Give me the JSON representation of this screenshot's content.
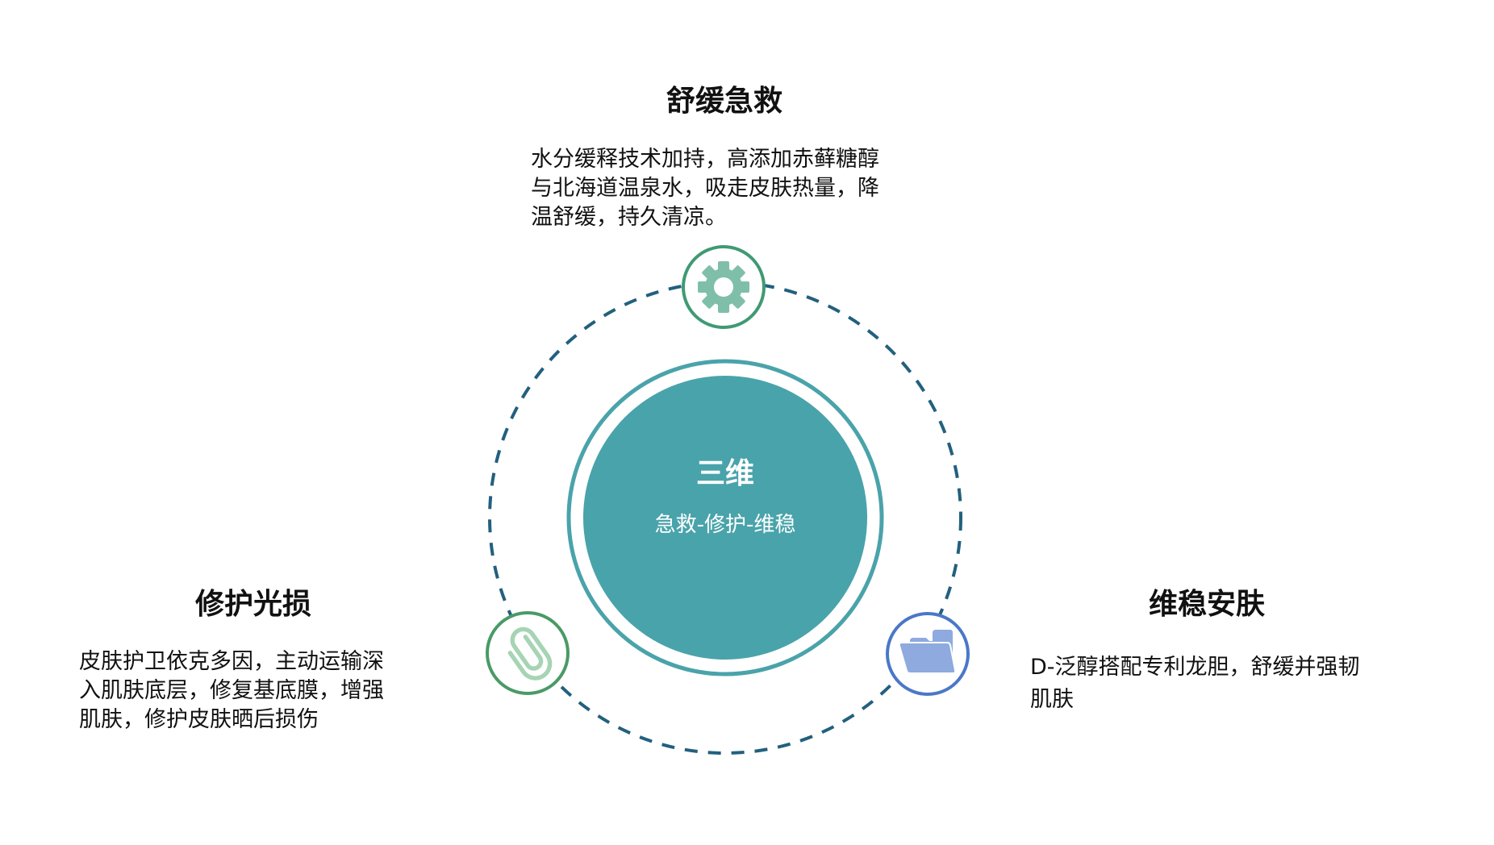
{
  "center": {
    "title": "三维",
    "subtitle": "急救-修护-维稳",
    "fill_color": "#49a3aa",
    "ring_color": "#4aa3aa"
  },
  "orbit": {
    "style": "dashed",
    "color": "#22607e"
  },
  "nodes": [
    {
      "id": "soothe",
      "title": "舒缓急救",
      "icon": "gear-icon",
      "ring_color": "#3f9a74",
      "icon_color": "#7fbfaa",
      "lines": [
        "水分缓释技术加持，高添加赤藓糖醇",
        "与北海道温泉水，吸走皮肤热量，降",
        "温舒缓，持久清凉。"
      ]
    },
    {
      "id": "repair",
      "title": "修护光损",
      "icon": "paperclip-icon",
      "ring_color": "#4a9a66",
      "icon_color": "#a6d4b4",
      "lines": [
        "皮肤护卫依克多因，主动运输深",
        "入肌肤底层，修复基底膜，增强",
        "肌肤，修护皮肤晒后损伤"
      ]
    },
    {
      "id": "stabilize",
      "title": "维稳安肤",
      "icon": "folder-icon",
      "ring_color": "#4a78c8",
      "icon_color": "#8eaadf",
      "lines": [
        "D-泛醇搭配专利龙胆，舒缓并强韧",
        "肌肤"
      ]
    }
  ]
}
